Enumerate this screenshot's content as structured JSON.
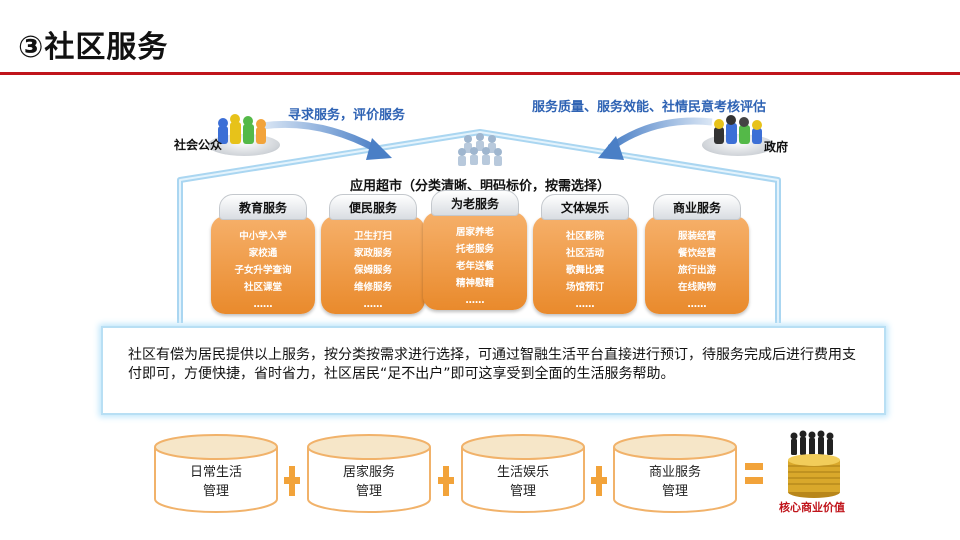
{
  "title": "③社区服务",
  "flow": {
    "left": "寻求服务，评价服务",
    "right": "服务质量、服务效能、社情民意考核评估"
  },
  "parties": {
    "public": "社会公众",
    "government": "政府"
  },
  "market_title": "应用超市（分类清晰、明码标价，按需选择）",
  "categories": [
    {
      "name": "教育服务",
      "items": [
        "中小学入学",
        "家校通",
        "子女升学查询",
        "社区课堂",
        "……"
      ]
    },
    {
      "name": "便民服务",
      "items": [
        "卫生打扫",
        "家政服务",
        "保姆服务",
        "维修服务",
        "……"
      ]
    },
    {
      "name": "为老服务",
      "items": [
        "居家养老",
        "托老服务",
        "老年送餐",
        "精神慰藉",
        "……"
      ]
    },
    {
      "name": "文体娱乐",
      "items": [
        "社区影院",
        "社区活动",
        "歌舞比赛",
        "场馆预订",
        "……"
      ]
    },
    {
      "name": "商业服务",
      "items": [
        "服装经营",
        "餐饮经营",
        "旅行出游",
        "在线购物",
        "……"
      ]
    }
  ],
  "description": "社区有偿为居民提供以上服务，按分类按需求进行选择，可通过智融生活平台直接进行预订，待服务完成后进行费用支付即可，方便快捷，省时省力，社区居民“足不出户”即可这享受到全面的生活服务帮助。",
  "management": [
    {
      "line1": "日常生活",
      "line2": "管理"
    },
    {
      "line1": "居家服务",
      "line2": "管理"
    },
    {
      "line1": "生活娱乐",
      "line2": "管理"
    },
    {
      "line1": "商业服务",
      "line2": "管理"
    }
  ],
  "result_label": "核心商业价值",
  "colors": {
    "title_rule": "#c0141b",
    "flow_text": "#2f63b4",
    "card_orange": "#ec9033",
    "operator": "#f2a33a",
    "result_text": "#c0141b"
  }
}
